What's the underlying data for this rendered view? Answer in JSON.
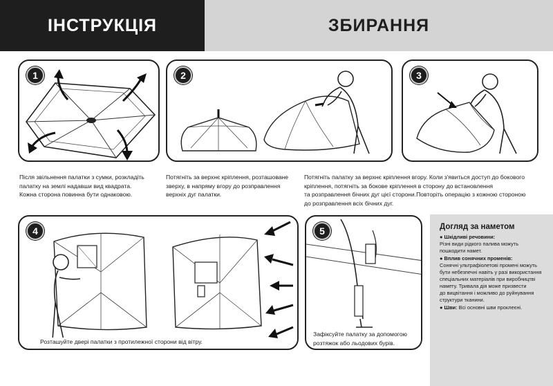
{
  "header": {
    "left_title": "ІНСТРУКЦІЯ",
    "right_title": "ЗБИРАННЯ"
  },
  "steps": [
    {
      "number": "1",
      "caption_lines": [
        "Після звільнення палатки з сумки, розкладіть",
        "палатку на землі надавши вид квадрата.",
        "Кожна сторона повинна бути однаковою."
      ]
    },
    {
      "number": "2",
      "caption_lines": [
        "Потягніть за верхнє кріплення, розташоване",
        "зверху, в напряму вгору до розправлення",
        "верхніх дуг палатки."
      ]
    },
    {
      "number": "3",
      "caption_lines": [
        "Потягніть палатку за верхнє кріплення вгору. Коли з'явиться доступ до бокового",
        "кріплення, потягніть за бокове кріплення в сторону до встановлення",
        "та розправлення бічних дуг цієї сторони.Повторіть операцію з кожною стороною",
        "до розправлення всіх бічних дуг."
      ]
    },
    {
      "number": "4",
      "caption_lines": [
        "Розташуйте двері палатки  з протилежної сторони від вітру."
      ]
    },
    {
      "number": "5",
      "caption_lines": [
        "Зафіксуйте палатку за допомогою",
        "розтяжок або льодових бурів."
      ]
    }
  ],
  "care": {
    "title": "Догляд за наметом",
    "items": [
      {
        "heading": "● Шкідливі речовини:",
        "lines": [
          "Різні види рідкого палива можуть",
          "пошкодити намет."
        ]
      },
      {
        "heading": "● Вплив сонячних променів:",
        "lines": [
          "Сонячні ультрафіолетові промені можуть",
          "бути небезпечні навіть у разі використання",
          "спеціальних матеріалів при виробництві",
          "намету. Тривала дія може призвести",
          "до вицвітання і можливо до руйнування",
          "структури тканини."
        ]
      },
      {
        "heading": "● Шви:",
        "inline": " Всі основні шви проклеєні."
      }
    ]
  }
}
